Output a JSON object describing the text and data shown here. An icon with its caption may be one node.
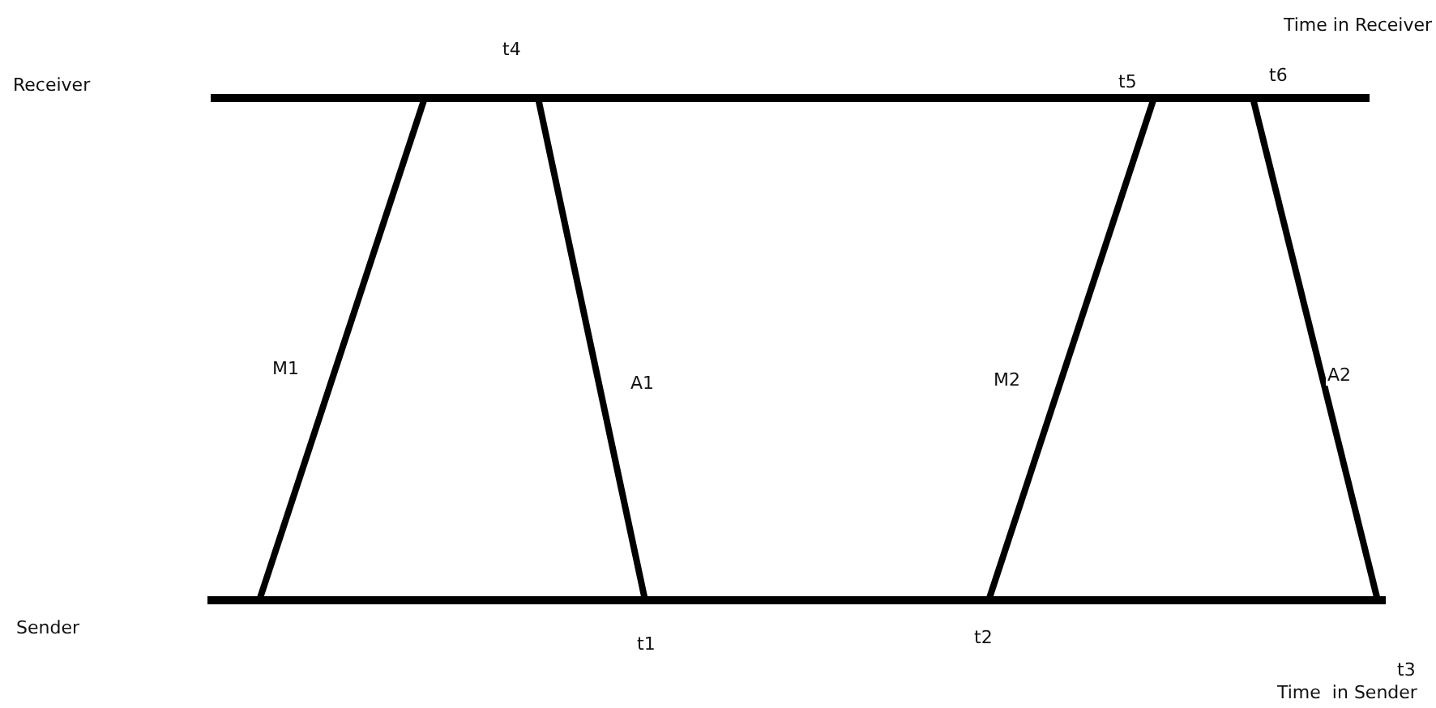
{
  "diagram": {
    "nodes": [
      {
        "text": [],
        "shape": "bar"
      },
      {
        "text": [],
        "shape": "bar"
      }
    ],
    "edges": [
      {
        "from": 1,
        "to": 0,
        "arrow": "none",
        "label": "M1"
      },
      {
        "from": 0,
        "to": 1,
        "arrow": "none",
        "label": "A1"
      },
      {
        "from": 1,
        "to": 0,
        "arrow": "none",
        "label": "M2"
      },
      {
        "from": 0,
        "to": 1,
        "arrow": "none",
        "label": "A2"
      }
    ],
    "labels": [
      "Time in Receiver",
      "t4",
      "Receiver",
      "t5",
      "t6",
      "Sender",
      "t1",
      "t2",
      "t3",
      "Time  in Sender"
    ]
  }
}
